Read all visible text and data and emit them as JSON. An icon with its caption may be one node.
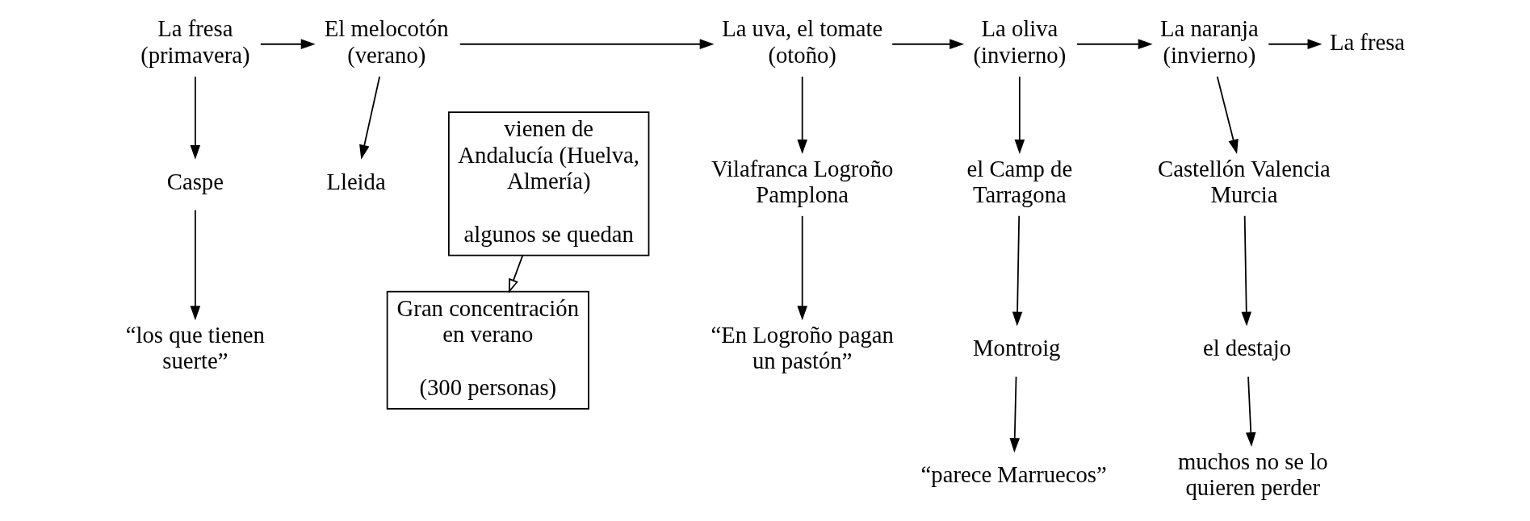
{
  "diagram": {
    "nodes": [
      {
        "text": [
          "La fresa (primavera)"
        ]
      },
      {
        "text": [
          "El melocotón (verano)"
        ]
      },
      {
        "text": [
          "La uva, el tomate (otoño)"
        ]
      },
      {
        "text": [
          "La oliva (invierno)"
        ]
      },
      {
        "text": [
          "La naranja (invierno)"
        ]
      },
      {
        "text": [
          "La fresa"
        ]
      },
      {
        "text": [
          "Caspe"
        ]
      },
      {
        "text": [
          "“los que tienen suerte”"
        ]
      },
      {
        "text": [
          "Lleida"
        ]
      },
      {
        "text": [
          "Gran concentración en verano",
          "(300 personas)"
        ]
      },
      {
        "text": [
          "vienen de Andalucía (Huelva, Almería)",
          "algunos se quedan"
        ]
      },
      {
        "text": [
          "Vilafranca Logroño Pamplona"
        ]
      },
      {
        "text": [
          "“En Logroño pagan un pastón”"
        ]
      },
      {
        "text": [
          "el Camp de Tarragona"
        ]
      },
      {
        "text": [
          "Montroig"
        ]
      },
      {
        "text": [
          "“parece Marruecos”"
        ]
      },
      {
        "text": [
          "Castellón Valencia Murcia"
        ]
      },
      {
        "text": [
          "el destajo"
        ]
      },
      {
        "text": [
          "muchos no se lo quieren perder"
        ]
      }
    ],
    "edges": [
      {
        "from": 0,
        "to": 1,
        "arrow": "to"
      },
      {
        "from": 1,
        "to": 2,
        "arrow": "to"
      },
      {
        "from": 2,
        "to": 3,
        "arrow": "to"
      },
      {
        "from": 3,
        "to": 4,
        "arrow": "to"
      },
      {
        "from": 4,
        "to": 5,
        "arrow": "to"
      },
      {
        "from": 0,
        "to": 6,
        "arrow": "to"
      },
      {
        "from": 6,
        "to": 7,
        "arrow": "to"
      },
      {
        "from": 1,
        "to": 8,
        "arrow": "to"
      },
      {
        "from": 10,
        "to": 9,
        "arrow": "to"
      },
      {
        "from": 2,
        "to": 11,
        "arrow": "to"
      },
      {
        "from": 11,
        "to": 12,
        "arrow": "to"
      },
      {
        "from": 3,
        "to": 13,
        "arrow": "to"
      },
      {
        "from": 13,
        "to": 14,
        "arrow": "to"
      },
      {
        "from": 14,
        "to": 15,
        "arrow": "to"
      },
      {
        "from": 4,
        "to": 16,
        "arrow": "to"
      },
      {
        "from": 16,
        "to": 17,
        "arrow": "to"
      },
      {
        "from": 17,
        "to": 18,
        "arrow": "to"
      }
    ]
  }
}
